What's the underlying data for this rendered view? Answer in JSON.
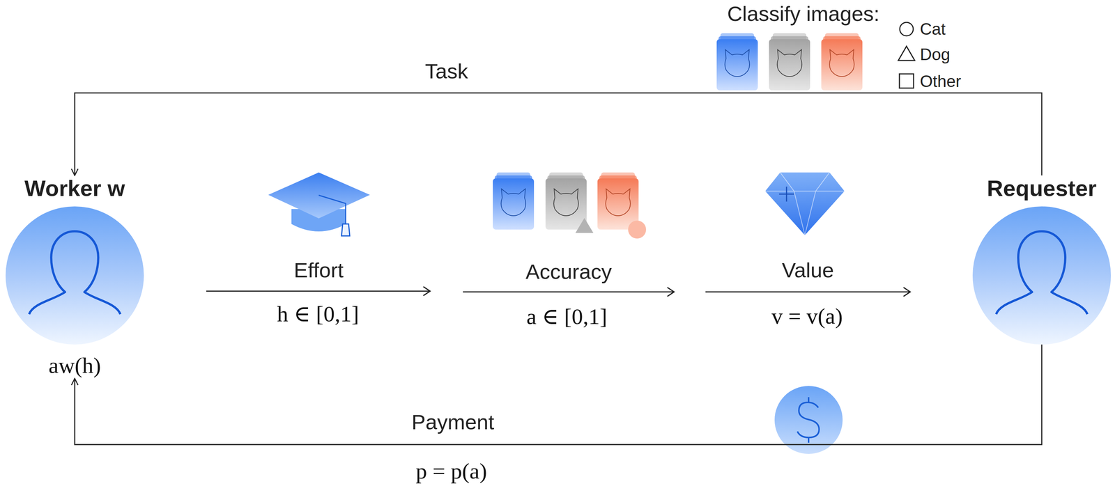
{
  "diagram": {
    "nodes": [
      {
        "text": [
          "Worker w",
          "aw(h)"
        ]
      },
      {
        "text": [
          "Requester"
        ]
      }
    ],
    "edges": [
      {
        "from": 1,
        "to": 0,
        "arrow": "to",
        "label": "Task"
      },
      {
        "from": 1,
        "to": 0,
        "arrow": "to",
        "label": "Payment"
      }
    ],
    "labels": [
      "Effort",
      "h ∈ [0,1]",
      "Accuracy",
      "a ∈ [0,1]",
      "Value",
      "v = v(a)",
      "p = p(a)",
      "Classify images:"
    ],
    "legend": [
      {
        "text": "Cat"
      },
      {
        "text": "Dog"
      },
      {
        "text": "Other"
      }
    ]
  }
}
